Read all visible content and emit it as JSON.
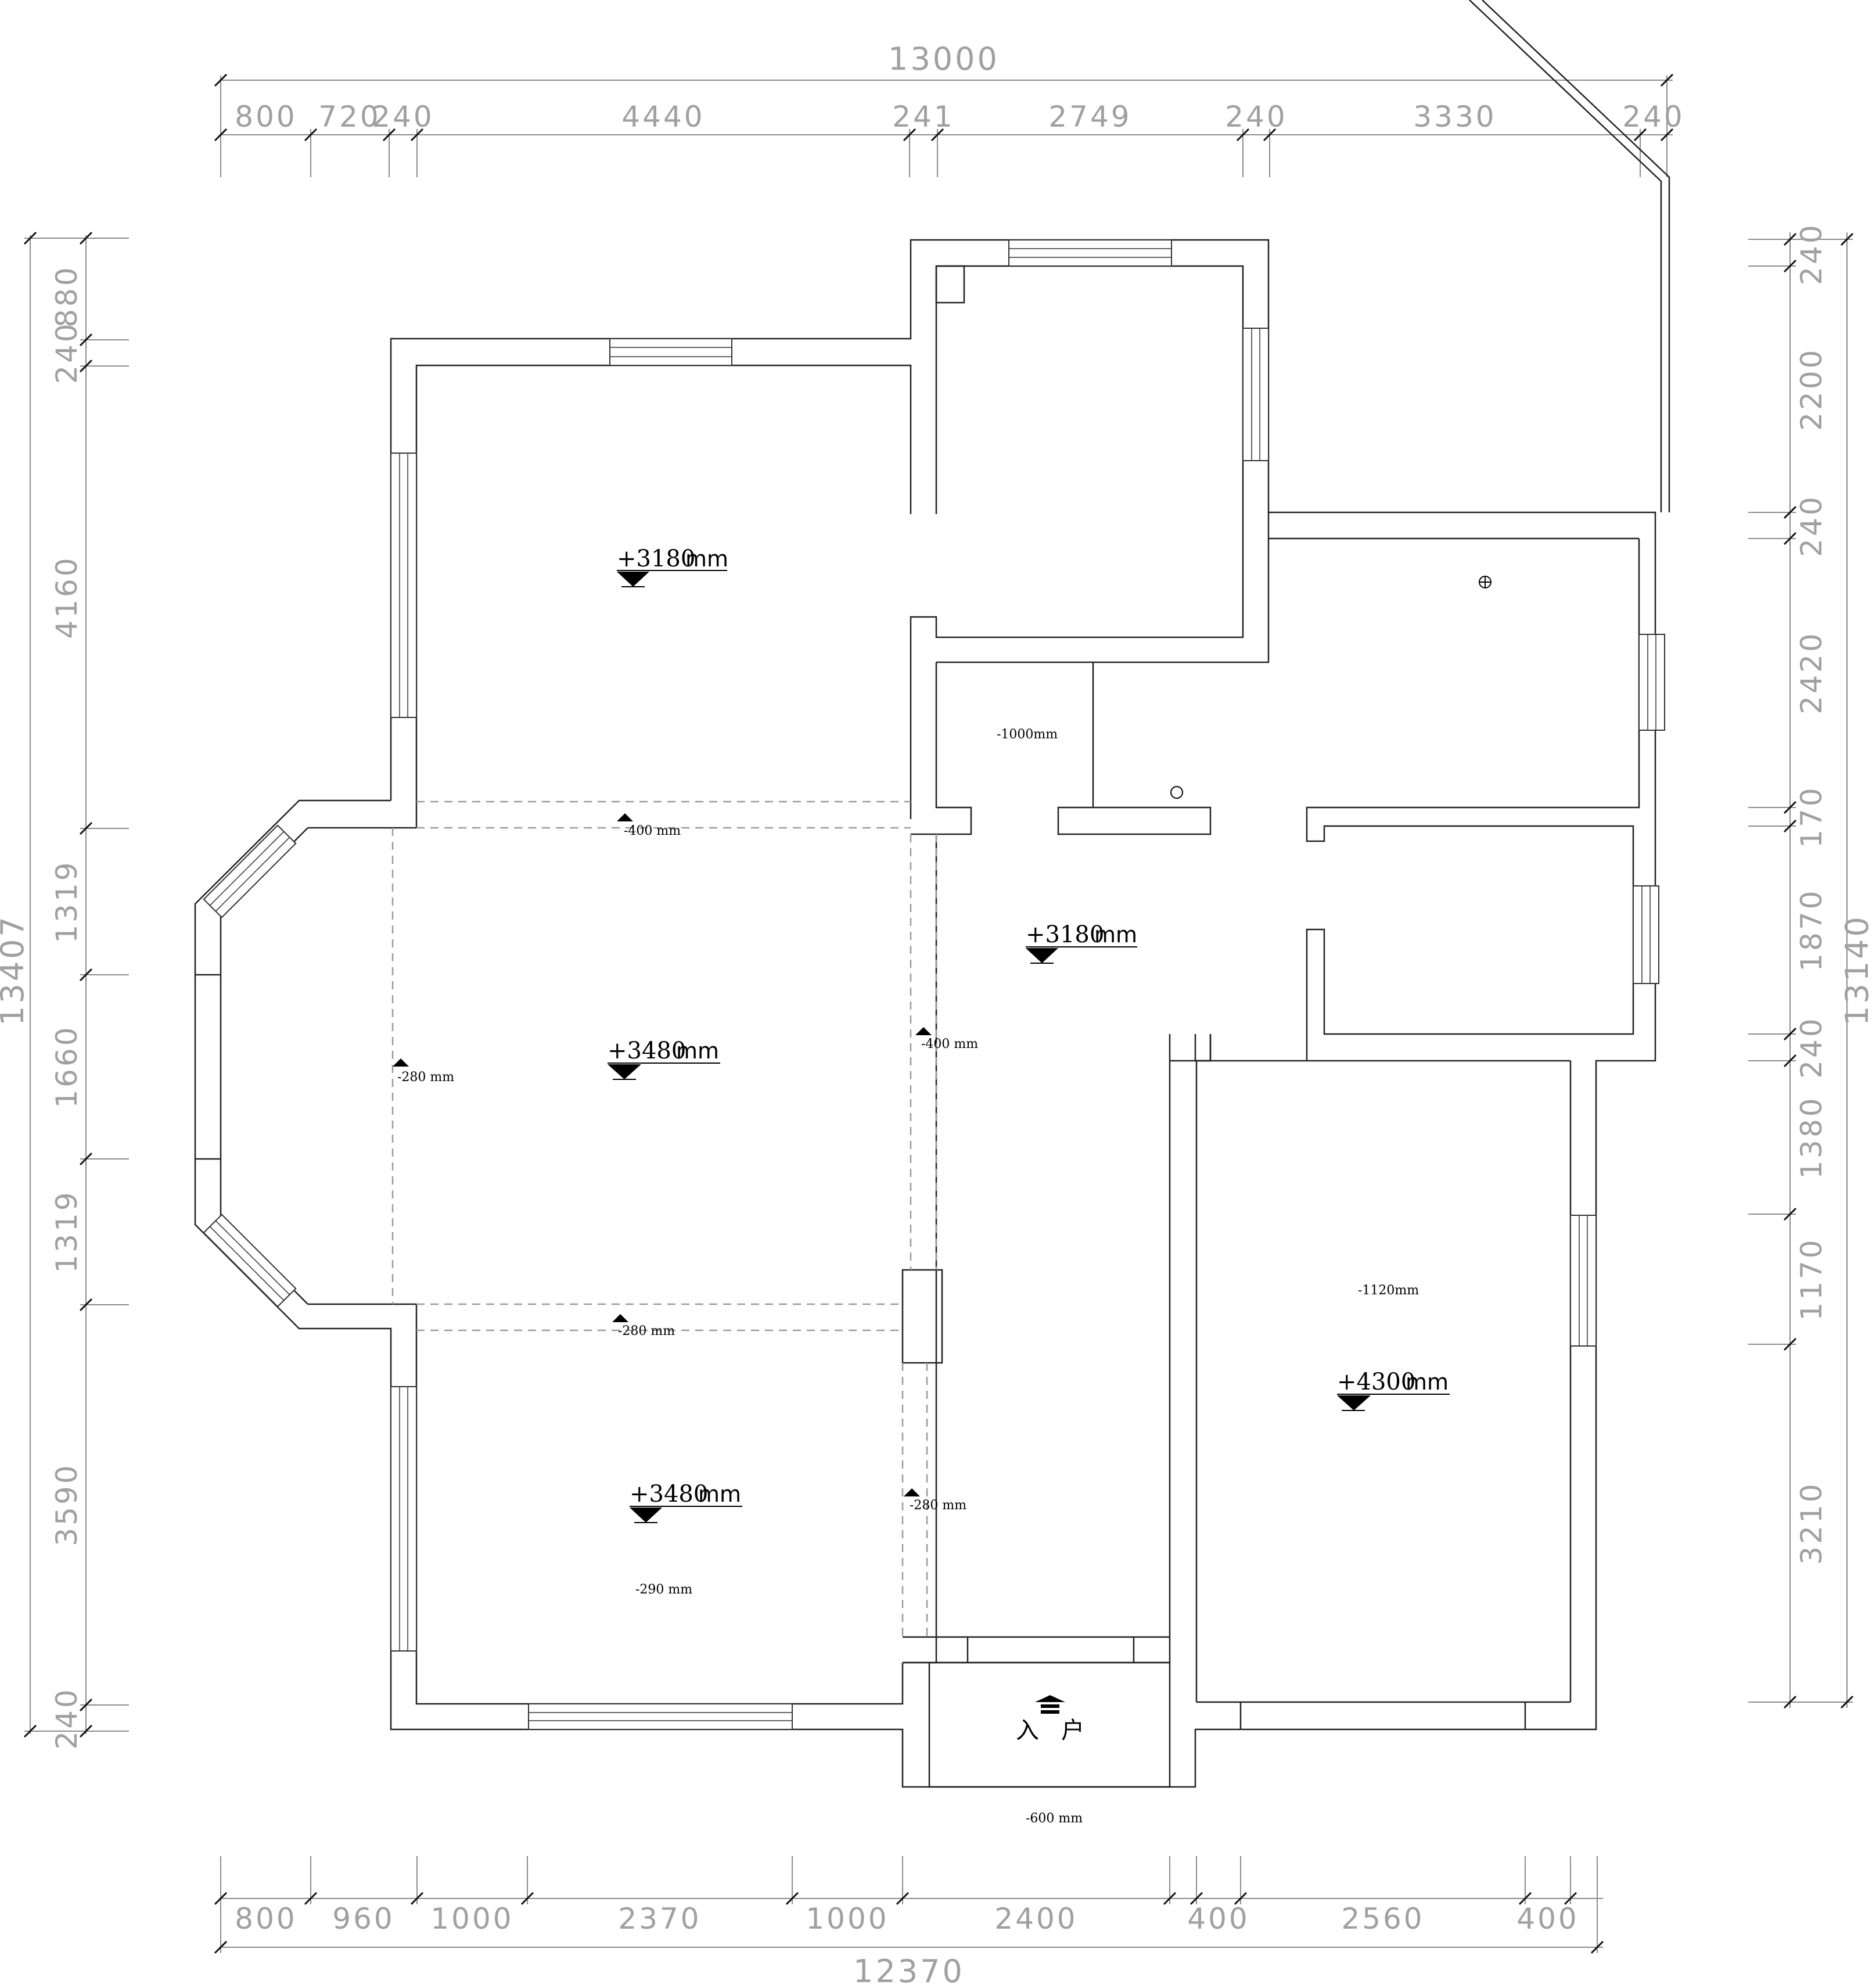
{
  "dimensions": {
    "top_total": "13000",
    "top": [
      "800",
      "720",
      "240",
      "4440",
      "241",
      "2749",
      "240",
      "3330",
      "240"
    ],
    "bottom_total": "12370",
    "bottom": [
      "800",
      "960",
      "1000",
      "2370",
      "1000",
      "2400",
      "400",
      "2560",
      "400"
    ],
    "left_total": "13407",
    "left": [
      "240",
      "880",
      "4160",
      "1319",
      "1660",
      "1319",
      "3590",
      "240"
    ],
    "right_total": "13140",
    "right": [
      "240",
      "2200",
      "240",
      "2420",
      "170",
      "1870",
      "240",
      "1380",
      "1170",
      "3210"
    ]
  },
  "levels": [
    {
      "value": "+3180",
      "unit": "mm"
    },
    {
      "value": "+3480",
      "unit": "mm"
    },
    {
      "value": "+3480",
      "unit": "mm"
    },
    {
      "value": "+3180",
      "unit": "mm"
    },
    {
      "value": "+4300",
      "unit": "mm"
    }
  ],
  "small_labels": [
    "-400 mm",
    "-280 mm",
    "-280 mm",
    "-290  mm",
    "-1000mm",
    "-400 mm",
    "-280 mm",
    "-1120mm",
    "-600  mm"
  ],
  "entry_label": "入   户"
}
